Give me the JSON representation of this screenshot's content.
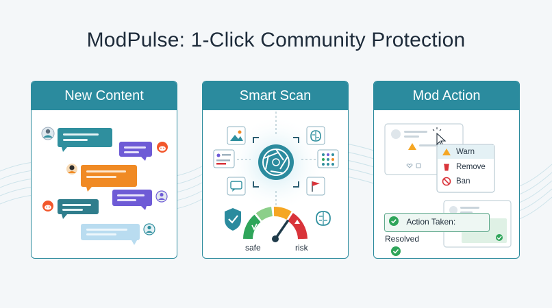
{
  "title": "ModPulse: 1-Click Community Protection",
  "panels": [
    {
      "heading": "New Content"
    },
    {
      "heading": "Smart Scan",
      "gauge_left": "safe",
      "gauge_right": "risk"
    },
    {
      "heading": "Mod Action",
      "menu": [
        "Warn",
        "Remove",
        "Ban"
      ],
      "status": "Action Taken: Resolved"
    }
  ],
  "colors": {
    "teal": "#2b8b9e",
    "teal_bubble": "#2f7d8c",
    "purple": "#6e5bd6",
    "orange": "#f08a24",
    "light_blue": "#b9dcf0",
    "green": "#2fa55a",
    "red": "#d9343a",
    "yellow": "#f5a623"
  }
}
